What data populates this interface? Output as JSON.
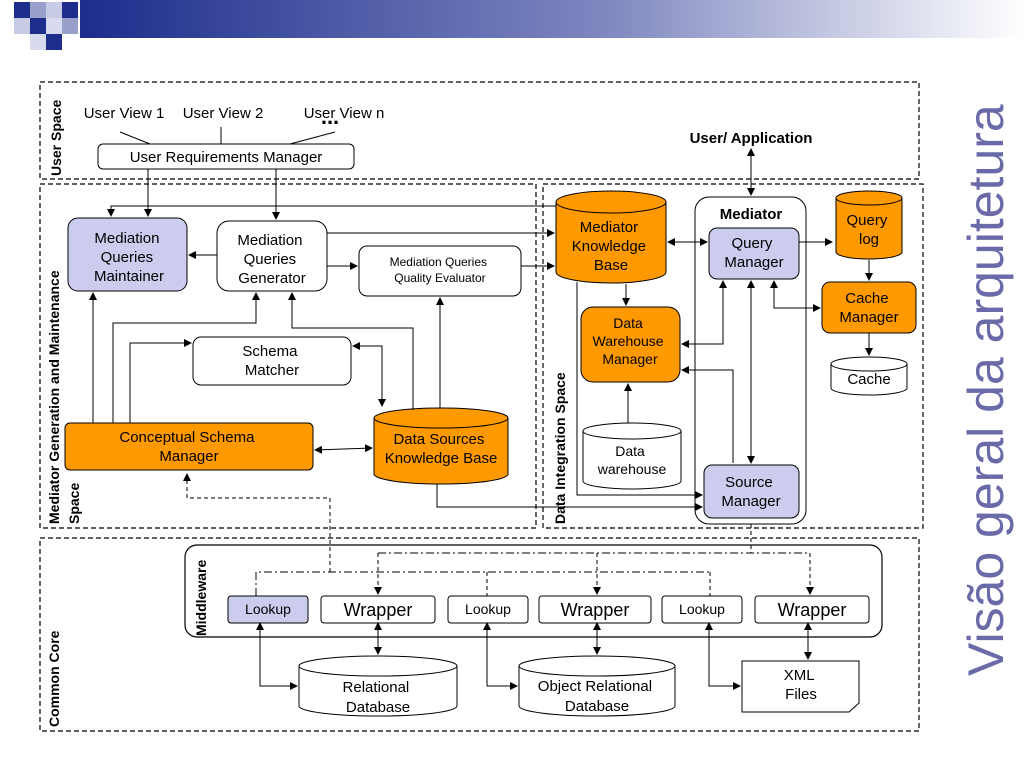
{
  "slide": {
    "title": "Visão geral da arquitetura",
    "colors": {
      "orange": "#ff9900",
      "lavender": "#ccccee",
      "title": "#6a6aa8",
      "header_blue": "#1c2d8c"
    }
  },
  "regions": {
    "user_space": "User Space",
    "mediator_space": [
      "Mediator Generation and Maintenance",
      "Space"
    ],
    "integration_space": "Data Integration Space",
    "common_core": "Common Core",
    "middleware": "Middleware"
  },
  "user_space": {
    "views": [
      "User View 1",
      "User View 2",
      "User View n"
    ],
    "ellipsis": "...",
    "requirements_manager": "User Requirements Manager",
    "user_app": "User/ Application"
  },
  "mediator_space": {
    "maintainer": [
      "Mediation",
      "Queries",
      "Maintainer"
    ],
    "generator": [
      "Mediation",
      "Queries",
      "Generator"
    ],
    "quality": [
      "Mediation Queries",
      "Quality Evaluator"
    ],
    "matcher": [
      "Schema",
      "Matcher"
    ],
    "conceptual": [
      "Conceptual Schema",
      "Manager"
    ],
    "ds_kb": [
      "Data Sources",
      "Knowledge Base"
    ]
  },
  "integration_space": {
    "mediator_kb": [
      "Mediator",
      "Knowledge",
      "Base"
    ],
    "dw_manager": [
      "Data",
      "Warehouse",
      "Manager"
    ],
    "data_warehouse": [
      "Data",
      "warehouse"
    ],
    "mediator": "Mediator",
    "query_manager": [
      "Query",
      "Manager"
    ],
    "source_manager": [
      "Source",
      "Manager"
    ],
    "query_log": [
      "Query",
      "log"
    ],
    "cache_manager": [
      "Cache",
      "Manager"
    ],
    "cache": "Cache"
  },
  "common_core": {
    "lookup": "Lookup",
    "wrapper": "Wrapper",
    "relational_db": [
      "Relational",
      "Database"
    ],
    "object_db": [
      "Object Relational",
      "Database"
    ],
    "xml_files": [
      "XML",
      "Files"
    ]
  }
}
